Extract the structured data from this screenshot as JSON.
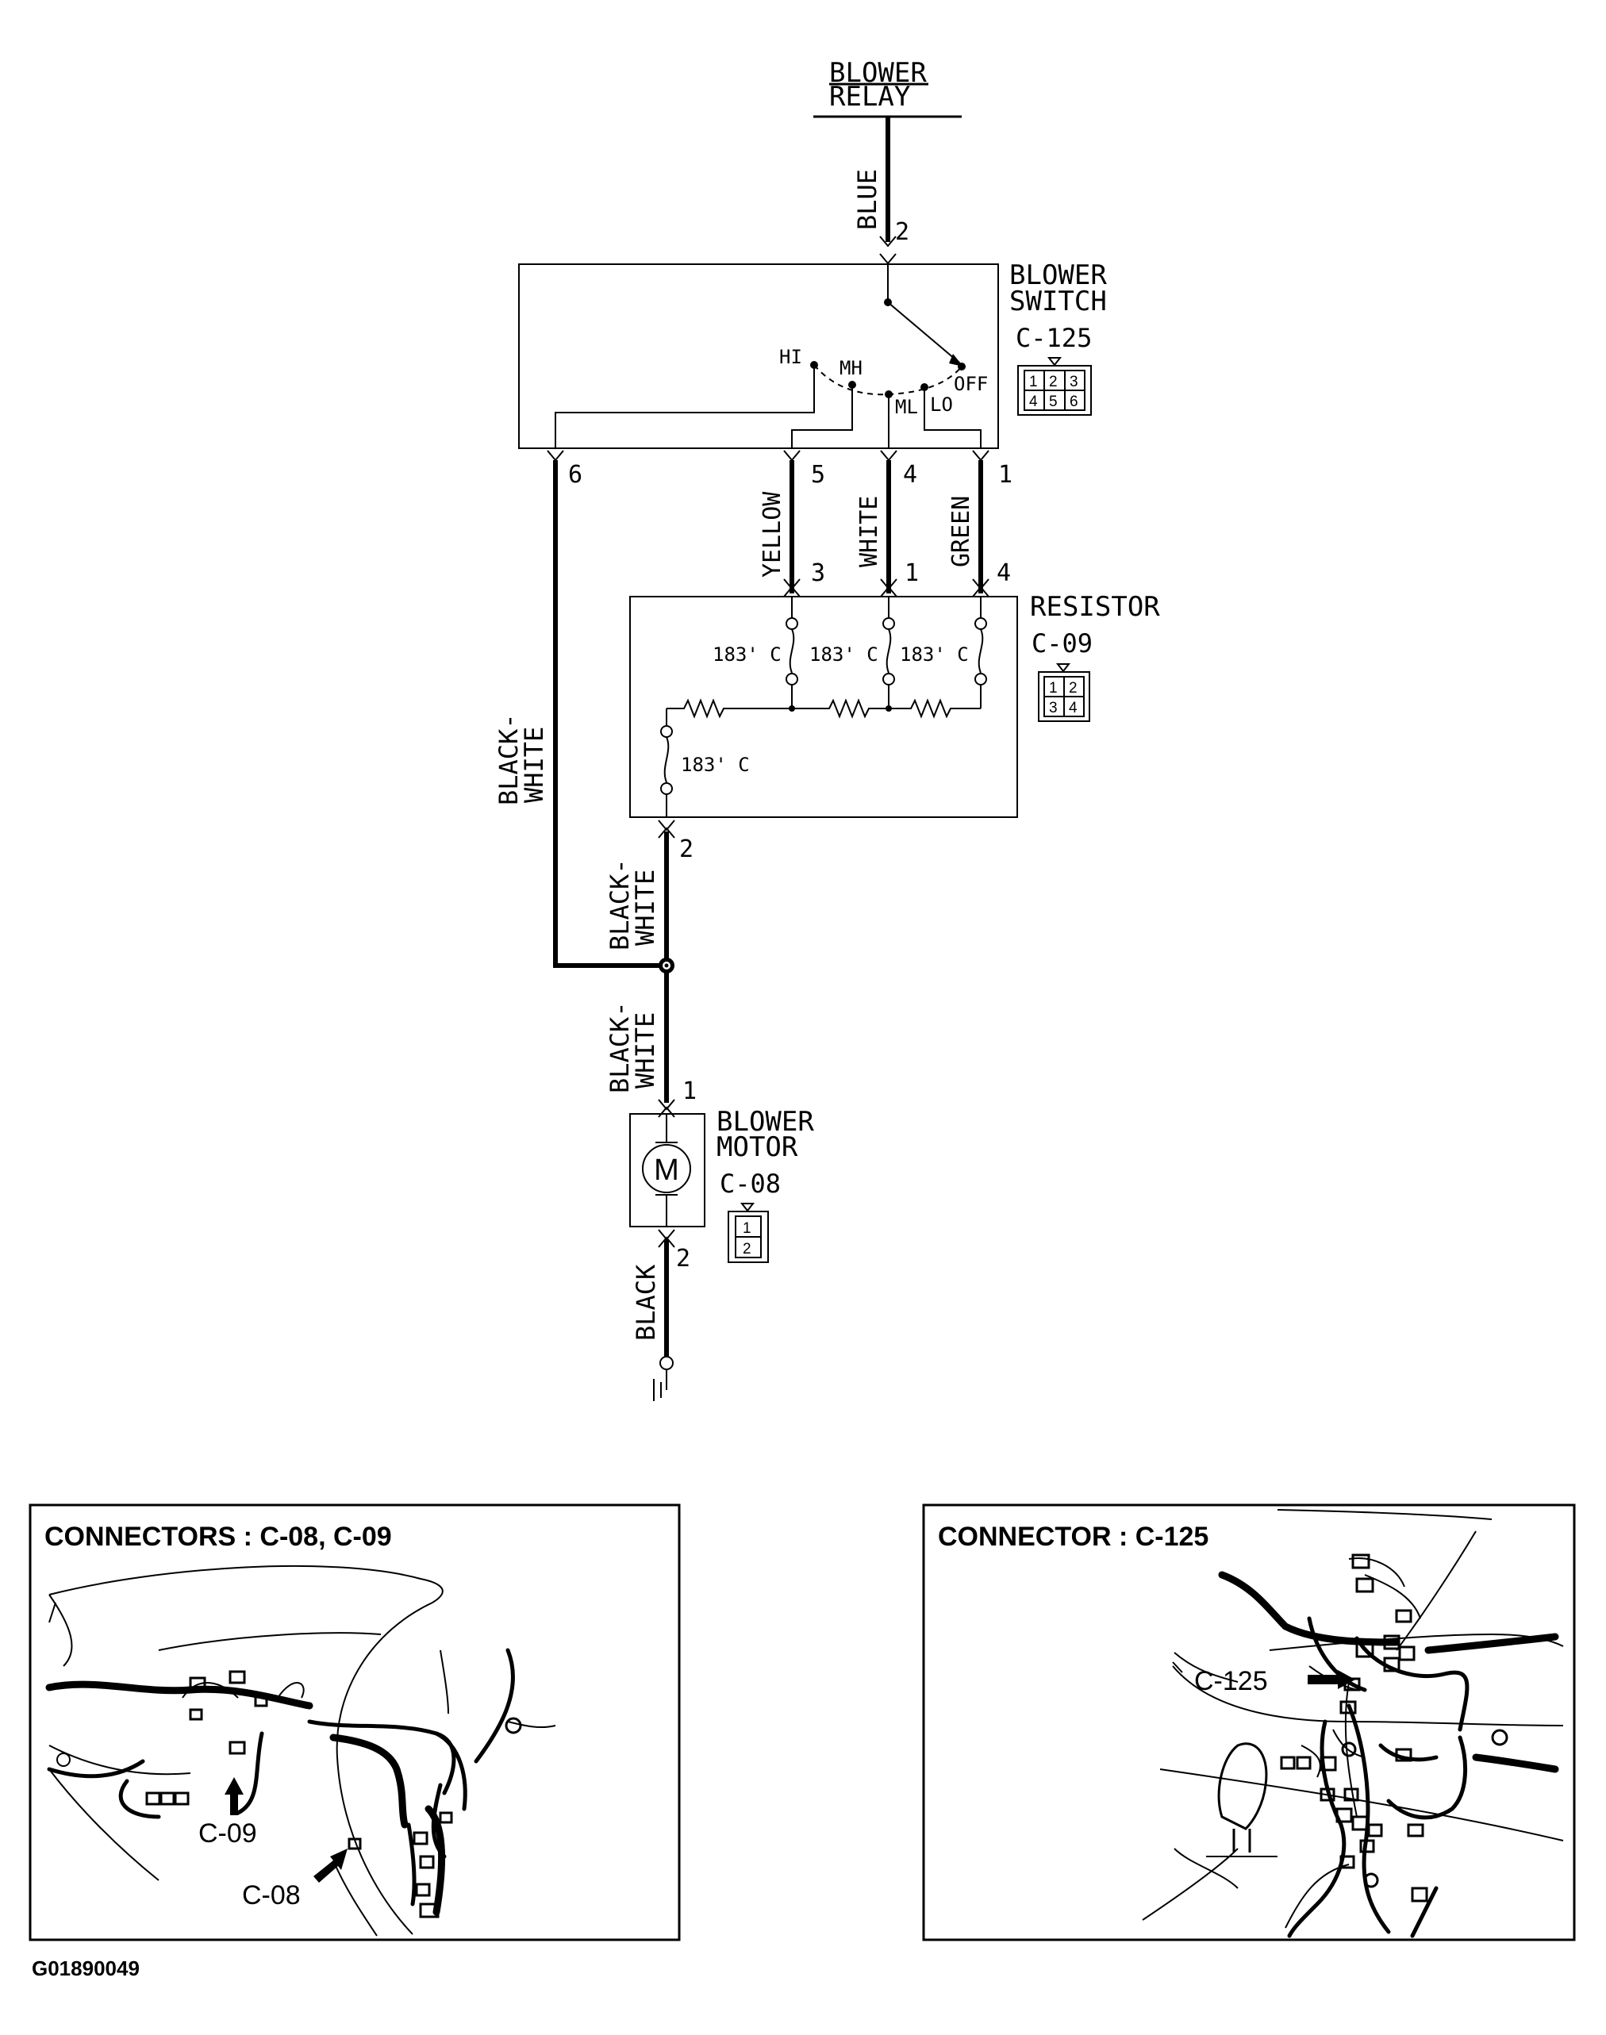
{
  "schematic": {
    "relay": {
      "line1": "BLOWER",
      "line2": "RELAY"
    },
    "switch": {
      "line1": "BLOWER",
      "line2": "SWITCH",
      "connector": "C-125",
      "positions": [
        "HI",
        "MH",
        "ML",
        "LO",
        "OFF"
      ],
      "pins": [
        "1",
        "2",
        "3",
        "4",
        "5",
        "6"
      ]
    },
    "resistor": {
      "label": "RESISTOR",
      "connector": "C-09",
      "pins": [
        "1",
        "2",
        "3",
        "4"
      ],
      "fuse_temp": "183' C"
    },
    "motor": {
      "line1": "BLOWER",
      "line2": "MOTOR",
      "connector": "C-08",
      "symbol": "M",
      "pins": [
        "1",
        "2"
      ]
    },
    "wires": {
      "blue": "BLUE",
      "yellow": "YELLOW",
      "white": "WHITE",
      "green": "GREEN",
      "black_white_1": "BLACK-",
      "black_white_2": "WHITE",
      "black": "BLACK"
    },
    "pin_numbers": {
      "relay_out": "2",
      "sw_6": "6",
      "sw_5": "5",
      "sw_4": "4",
      "sw_1": "1",
      "res_3": "3",
      "res_1": "1",
      "res_4": "4",
      "res_2": "2",
      "motor_1": "1",
      "motor_2": "2"
    }
  },
  "locators": {
    "left": {
      "title": "CONNECTORS : C-08, C-09",
      "callout_a": "C-09",
      "callout_b": "C-08"
    },
    "right": {
      "title": "CONNECTOR : C-125",
      "callout": "C-125"
    }
  },
  "figure_id": "G01890049"
}
